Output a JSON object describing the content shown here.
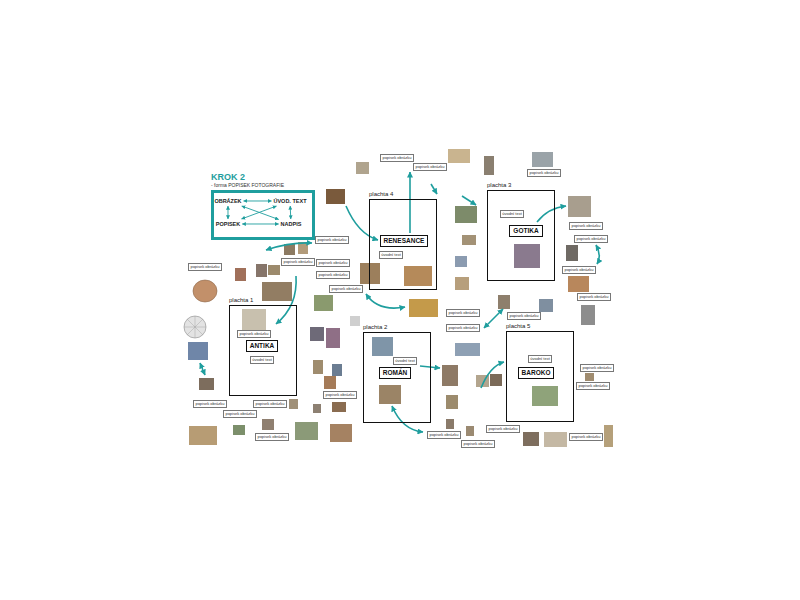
{
  "diagram": {
    "nodes": [
      {
        "text": [
          "KROK 2",
          "- forma POPISEK FOTOGRAFIE"
        ]
      },
      {
        "text": [
          "OBRÁZEK"
        ],
        "in": 0
      },
      {
        "text": [
          "ÚVOD. TEXT"
        ],
        "in": 0
      },
      {
        "text": [
          "POPISEK"
        ],
        "in": 0
      },
      {
        "text": [
          "NADPIS"
        ],
        "in": 0
      },
      {
        "text": [
          "plachta 4"
        ]
      },
      {
        "text": [
          "RENESANCE"
        ],
        "in": 5
      },
      {
        "text": [
          "úvodní text"
        ],
        "in": 5
      },
      {
        "text": [
          "plachta 3"
        ]
      },
      {
        "text": [
          "GOTIKA"
        ],
        "in": 8
      },
      {
        "text": [
          "úvodní text"
        ],
        "in": 8
      },
      {
        "text": [
          "plachta 1"
        ]
      },
      {
        "text": [
          "popisek obrázku"
        ],
        "in": 11
      },
      {
        "text": [
          "ANTIKA"
        ],
        "in": 11
      },
      {
        "text": [
          "úvodní text"
        ],
        "in": 11
      },
      {
        "text": [
          "plachta 2"
        ]
      },
      {
        "text": [
          "úvodní text"
        ],
        "in": 15
      },
      {
        "text": [
          "ROMÁN"
        ],
        "in": 15
      },
      {
        "text": [
          "plachta 5"
        ]
      },
      {
        "text": [
          "úvodní text"
        ],
        "in": 18
      },
      {
        "text": [
          "BAROKO"
        ],
        "in": 18
      },
      {
        "text": [
          "popisek obrázku"
        ]
      },
      {
        "text": [
          "popisek obrázku"
        ]
      },
      {
        "text": [
          "popisek obrázku"
        ]
      },
      {
        "text": [
          "popisek obrázku"
        ]
      },
      {
        "text": [
          "popisek obrázku"
        ]
      },
      {
        "text": [
          "popisek obrázku"
        ]
      },
      {
        "text": [
          "popisek obrázku"
        ]
      },
      {
        "text": [
          "popisek obrázku"
        ]
      },
      {
        "text": [
          "popisek obrázku"
        ]
      },
      {
        "text": [
          "popisek obrázku"
        ]
      },
      {
        "text": [
          "popisek obrázku"
        ]
      },
      {
        "text": [
          "popisek obrázku"
        ]
      },
      {
        "text": [
          "popisek obrázku"
        ]
      },
      {
        "text": [
          "popisek obrázku"
        ]
      },
      {
        "text": [
          "popisek obrázku"
        ]
      },
      {
        "text": [
          "popisek obrázku"
        ]
      },
      {
        "text": [
          "popisek obrázku"
        ]
      },
      {
        "text": [
          "popisek obrázku"
        ]
      },
      {
        "text": [
          "popisek obrázku"
        ]
      },
      {
        "text": [
          "popisek obrázku"
        ]
      },
      {
        "text": [
          "popisek obrázku"
        ]
      },
      {
        "text": [
          "popisek obrázku"
        ]
      },
      {
        "text": [
          "popisek obrázku"
        ]
      },
      {
        "text": [
          "popisek obrázku"
        ]
      },
      {
        "text": [
          "popisek obrázku"
        ]
      },
      {
        "text": [
          "popisek obrázku"
        ]
      },
      {
        "text": [
          "popisek obrázku"
        ]
      }
    ],
    "edges": [
      {
        "from": 1,
        "to": 2,
        "arrow": "both"
      },
      {
        "from": 1,
        "to": 3,
        "arrow": "both"
      },
      {
        "from": 2,
        "to": 4,
        "arrow": "both"
      },
      {
        "from": 3,
        "to": 4,
        "arrow": "both"
      },
      {
        "from": 1,
        "to": 4,
        "arrow": "both"
      },
      {
        "from": 3,
        "to": 2,
        "arrow": "both"
      }
    ]
  }
}
